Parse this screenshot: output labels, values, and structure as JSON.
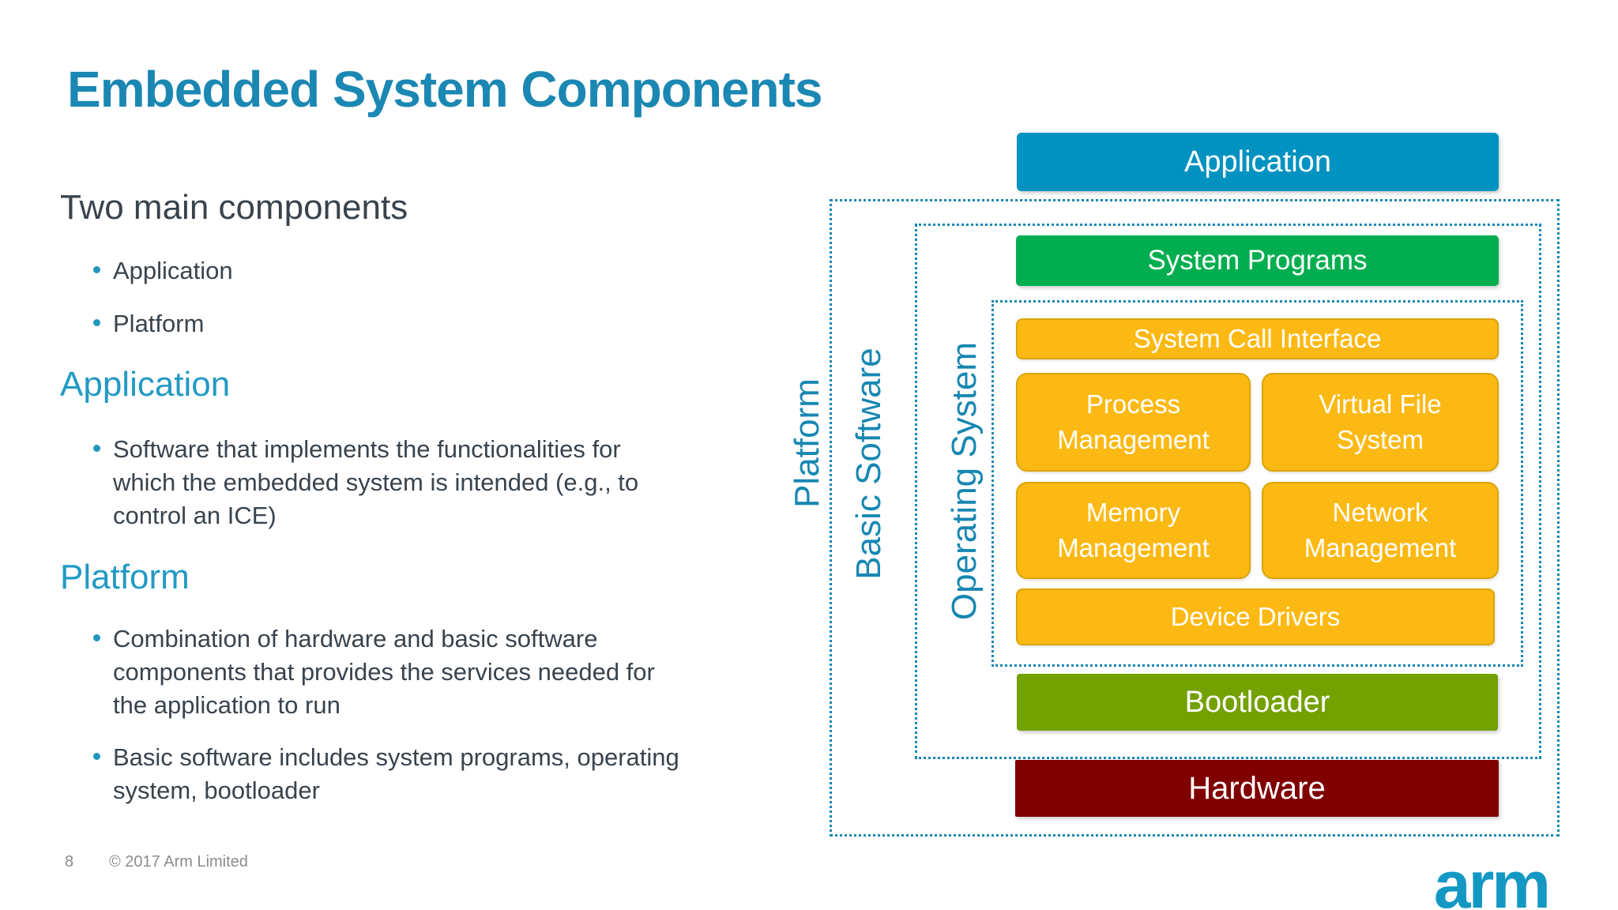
{
  "slide": {
    "title": "Embedded System Components",
    "subtitle": "Two main components",
    "overview_bullets": [
      "Application",
      "Platform"
    ],
    "sections": [
      {
        "heading": "Application",
        "bullets": [
          "Software that implements the functionalities for which the embedded system is intended (e.g., to control an ICE)"
        ]
      },
      {
        "heading": "Platform",
        "bullets": [
          "Combination of hardware and basic software components that provides the services needed for the application to run",
          "Basic software includes system programs, operating system, bootloader"
        ]
      }
    ],
    "footer": {
      "page_number": "8",
      "copyright": "© 2017 Arm Limited"
    },
    "logo_text": "arm"
  },
  "diagram": {
    "groups": [
      {
        "label": "Platform"
      },
      {
        "label": "Basic Software"
      },
      {
        "label": "Operating System"
      }
    ],
    "boxes": {
      "application": {
        "label": "Application",
        "color": "#0092c1"
      },
      "system_programs": {
        "label": "System Programs",
        "color": "#00ae4f"
      },
      "system_call_interface": {
        "label": "System Call Interface",
        "color": "#fdb913"
      },
      "process_management": {
        "label": "Process Management",
        "color": "#fdb913"
      },
      "virtual_file_system": {
        "label": "Virtual File System",
        "color": "#fdb913"
      },
      "memory_management": {
        "label": "Memory Management",
        "color": "#fdb913"
      },
      "network_management": {
        "label": "Network Management",
        "color": "#fdb913"
      },
      "device_drivers": {
        "label": "Device Drivers",
        "color": "#fdb913"
      },
      "bootloader": {
        "label": "Bootloader",
        "color": "#73a100"
      },
      "hardware": {
        "label": "Hardware",
        "color": "#800000"
      }
    }
  },
  "colors": {
    "title_accent": "#1b87b3",
    "section_accent": "#229ac4",
    "dotted_border": "#1787b2",
    "body_text": "#39434d",
    "footer_text": "#8c8c8c",
    "logo_blue": "#1398c4"
  }
}
